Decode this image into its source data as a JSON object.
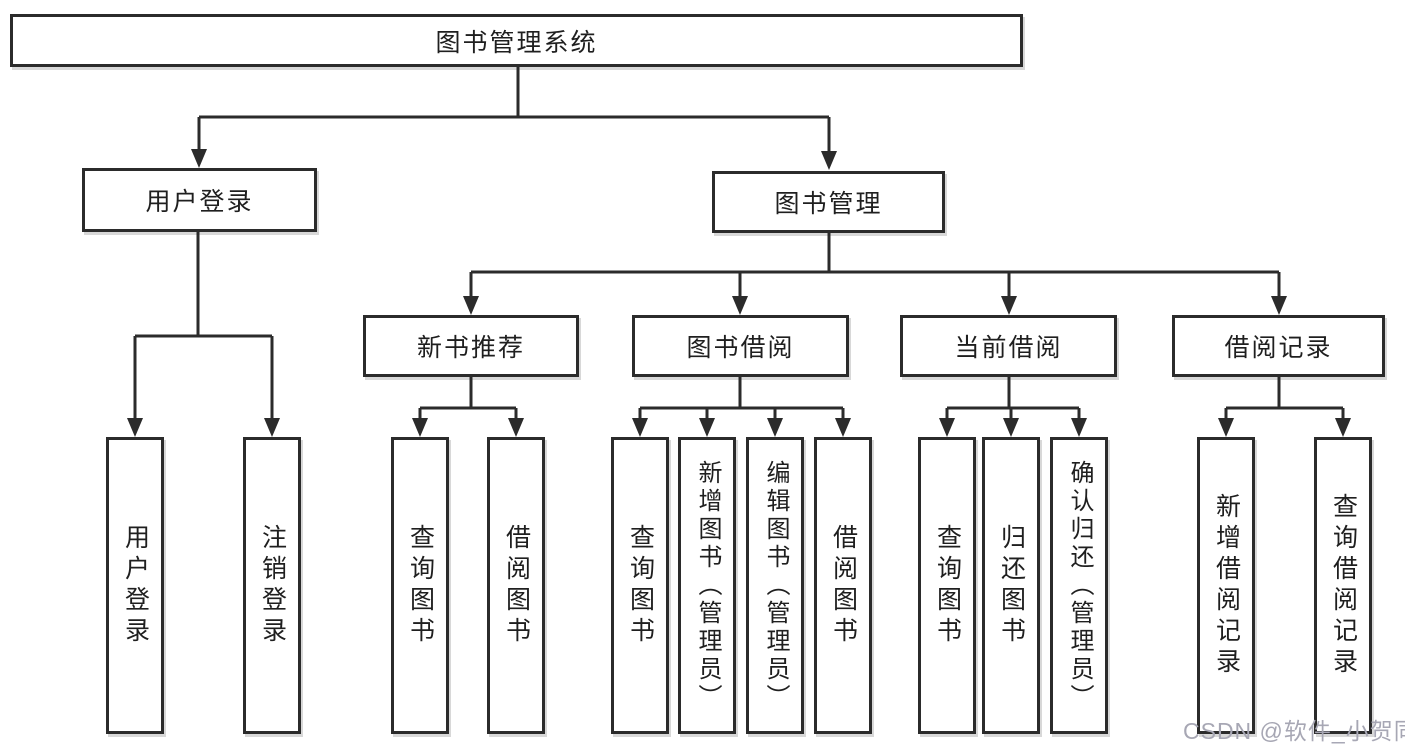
{
  "tree": {
    "root": {
      "label": "图书管理系统"
    },
    "branches": [
      {
        "label": "用户登录",
        "children": [
          {
            "label": "用户登录"
          },
          {
            "label": "注销登录"
          }
        ]
      },
      {
        "label": "图书管理",
        "children": [
          {
            "label": "新书推荐",
            "children": [
              {
                "label": "查询图书"
              },
              {
                "label": "借阅图书"
              }
            ]
          },
          {
            "label": "图书借阅",
            "children": [
              {
                "label": "查询图书"
              },
              {
                "label": "新增图书（管理员）"
              },
              {
                "label": "编辑图书（管理员）"
              },
              {
                "label": "借阅图书"
              }
            ]
          },
          {
            "label": "当前借阅",
            "children": [
              {
                "label": "查询图书"
              },
              {
                "label": "归还图书"
              },
              {
                "label": "确认归还（管理员）"
              }
            ]
          },
          {
            "label": "借阅记录",
            "children": [
              {
                "label": "新增借阅记录"
              },
              {
                "label": "查询借阅记录"
              }
            ]
          }
        ]
      }
    ]
  },
  "watermark": {
    "text": "CSDN @软件_小贺同学"
  },
  "colors": {
    "line": "#2b2b2b",
    "box_border": "#2b2b2b",
    "text": "#1f1f1f",
    "watermark": "#a7a7b4",
    "background": "#ffffff"
  }
}
